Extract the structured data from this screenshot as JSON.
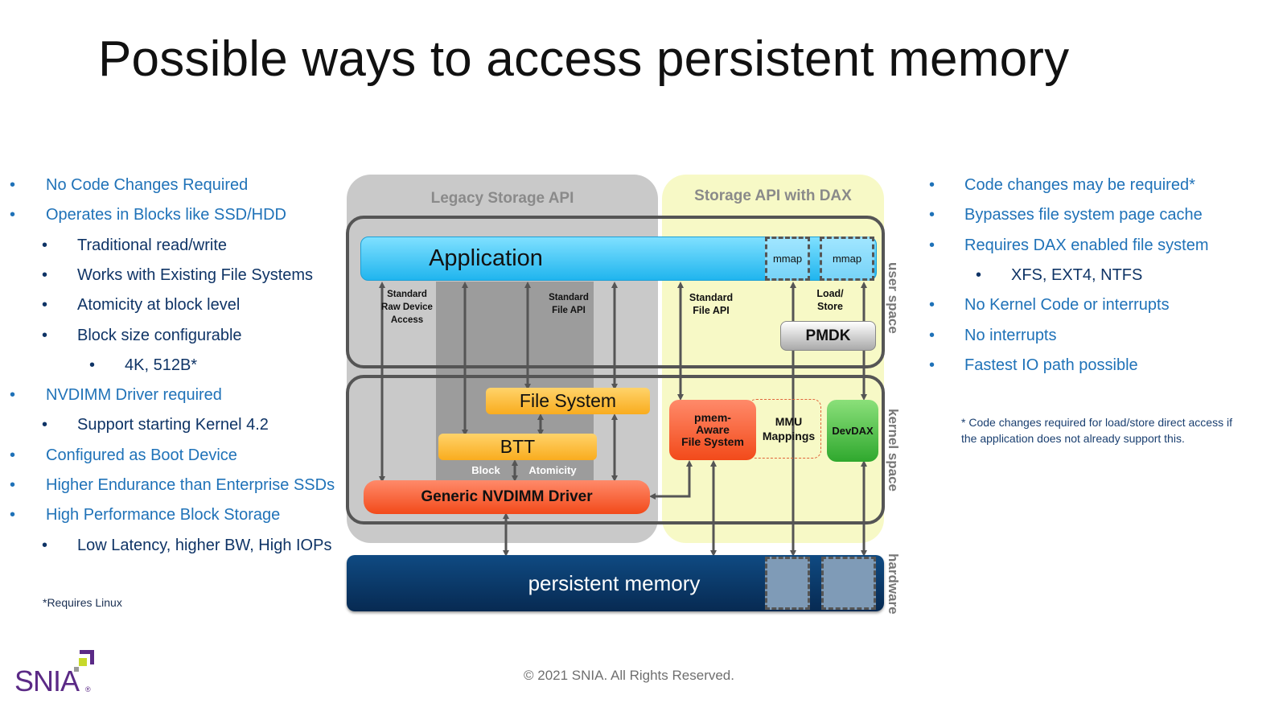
{
  "slide": {
    "title": "Possible ways to access persistent memory",
    "copyright": "© 2021 SNIA. All Rights Reserved.",
    "logo": {
      "text": "SNIA",
      "registered": "®",
      "colors": {
        "text": "#5b2a86",
        "square_dark": "#5b2a86",
        "square_lime": "#c7d92b",
        "square_gray": "#9a9a9a"
      }
    }
  },
  "left_list": {
    "bullet": "•",
    "items": [
      {
        "level": 1,
        "text": "No Code Changes Required"
      },
      {
        "level": 1,
        "text": "Operates in Blocks like SSD/HDD"
      },
      {
        "level": 2,
        "text": "Traditional read/write"
      },
      {
        "level": 2,
        "text": "Works with Existing File Systems"
      },
      {
        "level": 2,
        "text": "Atomicity at block level"
      },
      {
        "level": 2,
        "text": "Block size configurable"
      },
      {
        "level": 3,
        "text": "4K, 512B*"
      },
      {
        "level": 1,
        "text": "NVDIMM Driver required"
      },
      {
        "level": 2,
        "text": "Support starting Kernel 4.2"
      },
      {
        "level": 1,
        "text": "Configured as Boot Device"
      },
      {
        "level": 1,
        "text": "Higher Endurance than Enterprise SSDs"
      },
      {
        "level": 1,
        "text": "High Performance Block Storage"
      },
      {
        "level": 2,
        "text": "Low Latency, higher BW, High IOPs"
      }
    ],
    "footnote": "*Requires Linux"
  },
  "right_list": {
    "bullet": "•",
    "items": [
      {
        "level": 1,
        "text": "Code changes may be required*"
      },
      {
        "level": 1,
        "text": "Bypasses file system page cache"
      },
      {
        "level": 1,
        "text": "Requires DAX enabled file system"
      },
      {
        "level": 2,
        "text": "XFS, EXT4, NTFS"
      },
      {
        "level": 1,
        "text": "No Kernel Code or interrupts"
      },
      {
        "level": 1,
        "text": "No interrupts"
      },
      {
        "level": 1,
        "text": "Fastest IO path possible"
      }
    ],
    "footnote": "* Code changes required for load/store direct access if the application does not already support this."
  },
  "diagram": {
    "regions": {
      "legacy": "Legacy Storage API",
      "dax": "Storage API with DAX"
    },
    "layers": {
      "user": "user space",
      "kernel": "kernel space",
      "hardware": "hardware"
    },
    "boxes": {
      "application": "Application",
      "mmap_1": "mmap",
      "mmap_2": "mmap",
      "pmdk": "PMDK",
      "file_system": "File System",
      "btt": "BTT",
      "nvdimm_driver": "Generic NVDIMM Driver",
      "pmem_fs": "pmem-\nAware\nFile System",
      "mmu": "MMU\nMappings",
      "devdax": "DevDAX",
      "persistent_memory": "persistent memory"
    },
    "labels": {
      "raw_device": "Standard\nRaw Device\nAccess",
      "file_api_legacy": "Standard\nFile API",
      "file_api_dax": "Standard\nFile API",
      "load_store": "Load/\nStore",
      "block": "Block",
      "atomicity": "Atomicity"
    },
    "colors": {
      "legacy_region": "#c9c9c9",
      "legacy_band": "#9a9a9a",
      "dax_region": "#f7f9c6",
      "application": "#3cc3f2",
      "file_system": "#fbb92b",
      "driver": "#f4542c",
      "devdax": "#3fb53a",
      "pmem": "#0d3a6e",
      "list_primary": "#1f72b8",
      "list_secondary": "#0f3466"
    }
  }
}
